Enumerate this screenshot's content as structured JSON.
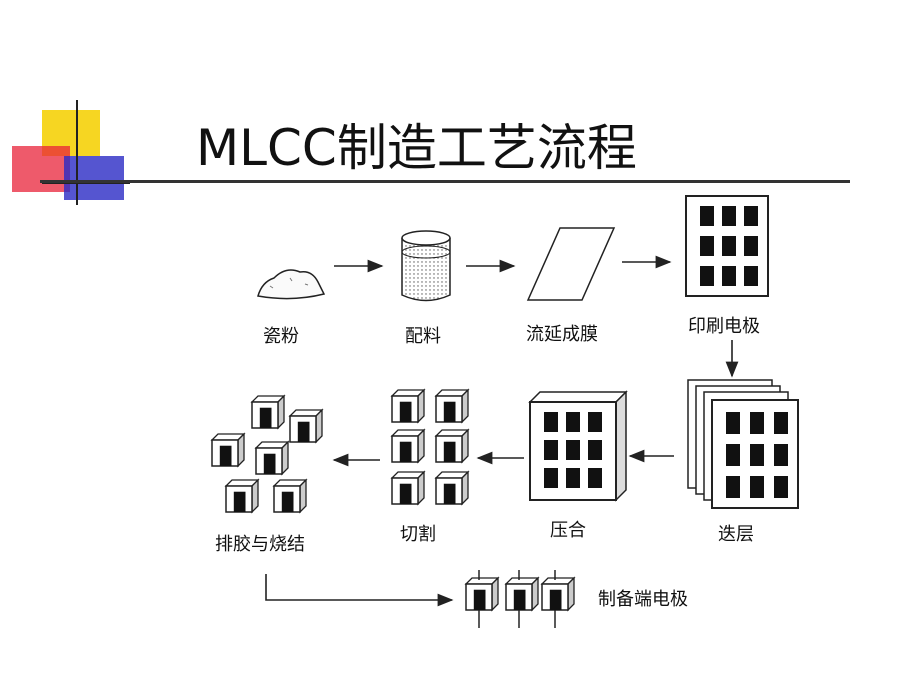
{
  "title": "MLCC制造工艺流程",
  "steps": [
    {
      "label": "瓷粉"
    },
    {
      "label": "配料"
    },
    {
      "label": "流延成膜"
    },
    {
      "label": "印刷电极"
    },
    {
      "label": "迭层"
    },
    {
      "label": "压合"
    },
    {
      "label": "切割"
    },
    {
      "label": "排胶与烧结"
    },
    {
      "label": "制备端电极"
    }
  ],
  "colors": {
    "deco_yellow": "#f5d20a",
    "deco_red": "#e8233a",
    "deco_blue": "#2b2bc4",
    "line": "#222222"
  }
}
